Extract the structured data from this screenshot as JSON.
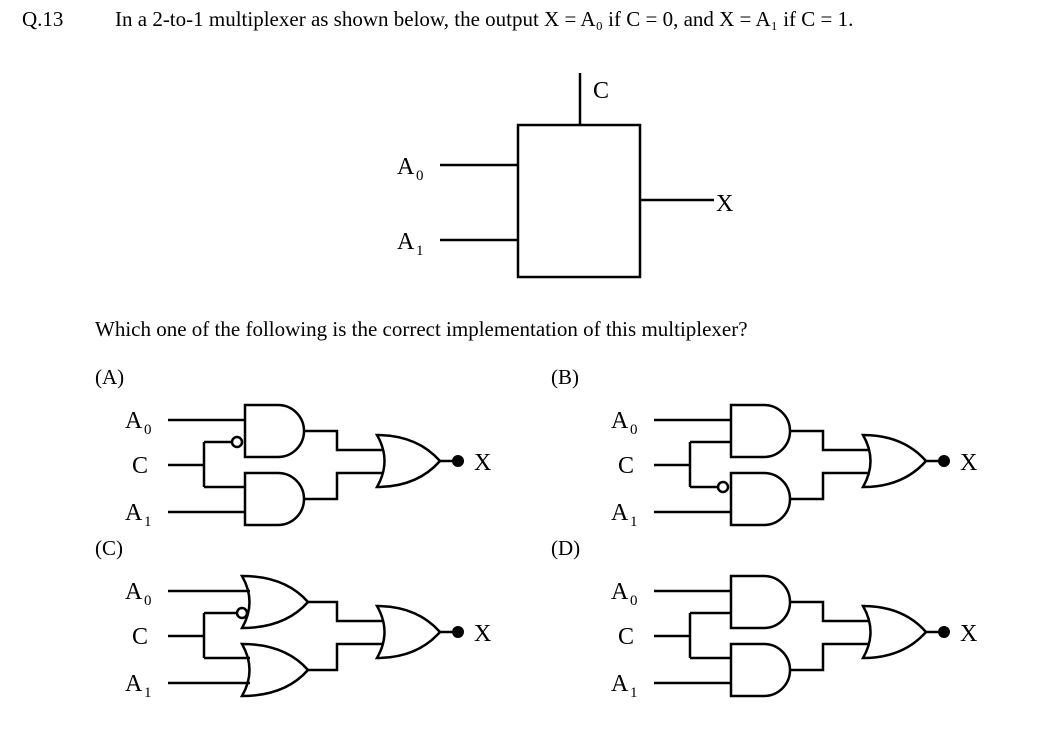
{
  "question": {
    "number": "Q.13",
    "text": "In a 2-to-1 multiplexer as shown below, the output X = A₀ if C = 0, and X = A₁ if C = 1.",
    "prompt": "Which one of the following is the correct implementation of this multiplexer?"
  },
  "block_diagram": {
    "input_0": "A",
    "input_0_sub": "0",
    "input_1": "A",
    "input_1_sub": "1",
    "select": "C",
    "output": "X"
  },
  "options": [
    {
      "label": "(A)",
      "in0": "A",
      "in0_sub": "0",
      "sel": "C",
      "in1": "A",
      "in1_sub": "1",
      "out": "X"
    },
    {
      "label": "(B)",
      "in0": "A",
      "in0_sub": "0",
      "sel": "C",
      "in1": "A",
      "in1_sub": "1",
      "out": "X"
    },
    {
      "label": "(C)",
      "in0": "A",
      "in0_sub": "0",
      "sel": "C",
      "in1": "A",
      "in1_sub": "1",
      "out": "X"
    },
    {
      "label": "(D)",
      "in0": "A",
      "in0_sub": "0",
      "sel": "C",
      "in1": "A",
      "in1_sub": "1",
      "out": "X"
    }
  ]
}
